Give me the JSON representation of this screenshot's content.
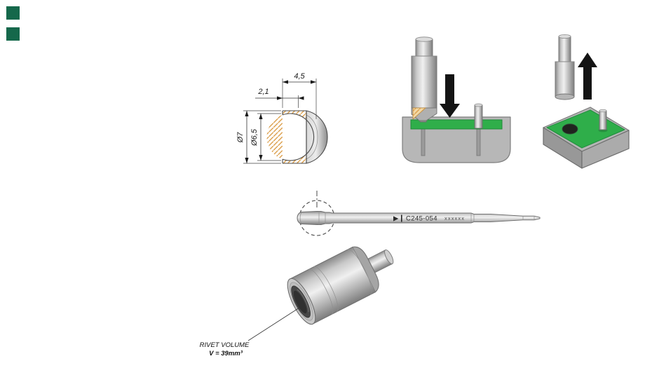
{
  "section_view": {
    "dim_width_outer": "4,5",
    "dim_width_inner": "2,1",
    "dim_diameter_outer": "Ø7",
    "dim_diameter_cavity": "Ø6,5"
  },
  "cartridge": {
    "polarity_marker": "▶",
    "model": "C245-054",
    "batch_code": "xxxxxx"
  },
  "callout": {
    "title": "RIVET VOLUME",
    "value": "V = 39mm³"
  },
  "colors": {
    "marker_green": "#15684B",
    "pcb_green": "#2FAE4A",
    "hatch_orange": "#DCA04E"
  }
}
